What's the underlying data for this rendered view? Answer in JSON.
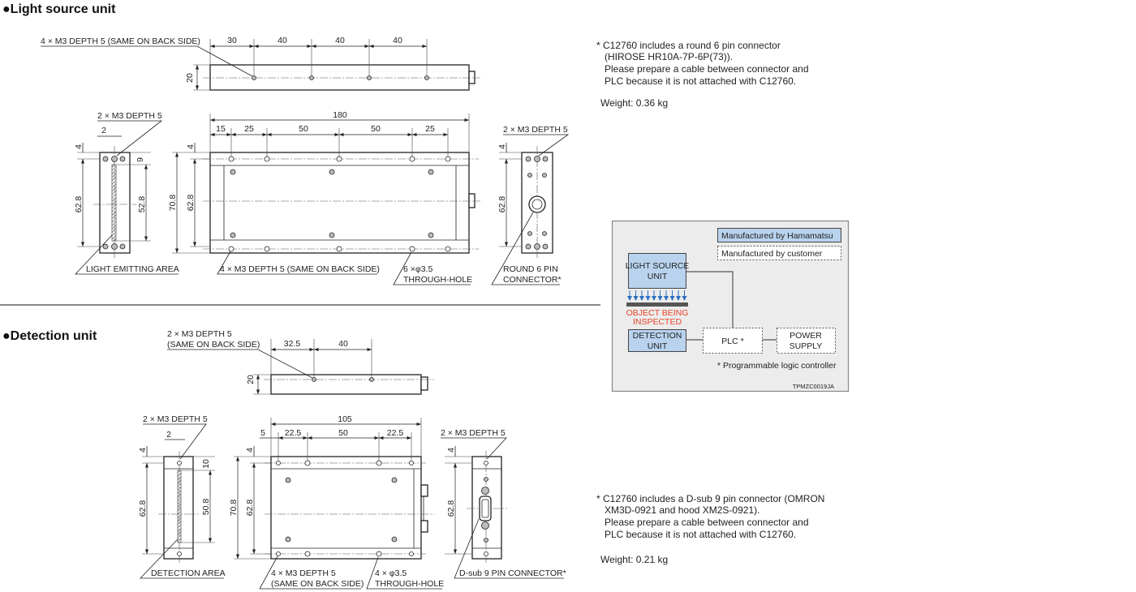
{
  "light_source": {
    "heading": "●Light source unit",
    "top_view": {
      "label": "4 × M3 DEPTH 5 (SAME ON BACK SIDE)",
      "dims": [
        "30",
        "40",
        "40",
        "40"
      ],
      "height": "20"
    },
    "side_left": {
      "label": "2 × M3 DEPTH 5",
      "d_2": "2",
      "d_4": "4",
      "d_9": "9",
      "d_628": "62.8",
      "d_528": "52.8",
      "callout": "LIGHT EMITTING AREA"
    },
    "front": {
      "total": "180",
      "dims": [
        "15",
        "25",
        "50",
        "50",
        "25"
      ],
      "d_4": "4",
      "d_708": "70.8",
      "d_628": "62.8",
      "callout_holes": "4 × M3 DEPTH 5 (SAME ON BACK SIDE)",
      "callout_through_1": "6 ×φ3.5",
      "callout_through_2": "THROUGH-HOLE"
    },
    "side_right": {
      "label": "2 × M3 DEPTH 5",
      "d_4": "4",
      "d_628": "62.8",
      "callout_1": "ROUND 6 PIN",
      "callout_2": "CONNECTOR*"
    },
    "notes": [
      "* C12760 includes a round 6 pin connector",
      "(HIROSE HR10A-7P-6P(73)).",
      "Please prepare a cable between connector and",
      "PLC because it is not attached with C12760."
    ],
    "weight": "Weight: 0.36 kg"
  },
  "detection": {
    "heading": "●Detection unit",
    "top_view": {
      "label_1": "2 × M3 DEPTH 5",
      "label_2": "(SAME ON BACK SIDE)",
      "dims": [
        "32.5",
        "40"
      ],
      "height": "20"
    },
    "side_left": {
      "label": "2 × M3 DEPTH 5",
      "d_2": "2",
      "d_4": "4",
      "d_10": "10",
      "d_628": "62.8",
      "d_508": "50.8",
      "callout": "DETECTION AREA"
    },
    "front": {
      "total": "105",
      "dims": [
        "5",
        "22.5",
        "50",
        "22.5"
      ],
      "d_4": "4",
      "d_708": "70.8",
      "d_628": "62.8",
      "callout_holes_1": "4 × M3 DEPTH 5",
      "callout_holes_2": "(SAME ON BACK SIDE)",
      "callout_through_1": "4 × φ3.5",
      "callout_through_2": "THROUGH-HOLE"
    },
    "side_right": {
      "label": "2 × M3 DEPTH 5",
      "d_4": "4",
      "d_628": "62.8",
      "callout": "D-sub 9 PIN CONNECTOR*"
    },
    "notes": [
      "* C12760 includes a D-sub 9 pin connector (OMRON",
      "XM3D-0921 and hood XM2S-0921).",
      "Please prepare a cable between connector and",
      "PLC because it is not attached with C12760."
    ],
    "weight": "Weight: 0.21 kg"
  },
  "system_diagram": {
    "legend_hamamatsu": "Manufactured by Hamamatsu",
    "legend_customer": "Manufactured by customer",
    "light_source_1": "LIGHT SOURCE",
    "light_source_2": "UNIT",
    "object_1": "OBJECT BEING",
    "object_2": "INSPECTED",
    "detection_1": "DETECTION",
    "detection_2": "UNIT",
    "plc": "PLC *",
    "power_1": "POWER",
    "power_2": "SUPPLY",
    "footnote": "* Programmable logic controller",
    "code": "TPMZC0019JA",
    "colors": {
      "hamamatsu_fill": "#b9d3ee",
      "object_text": "#e8432a",
      "arrow": "#2d6fc0"
    }
  }
}
